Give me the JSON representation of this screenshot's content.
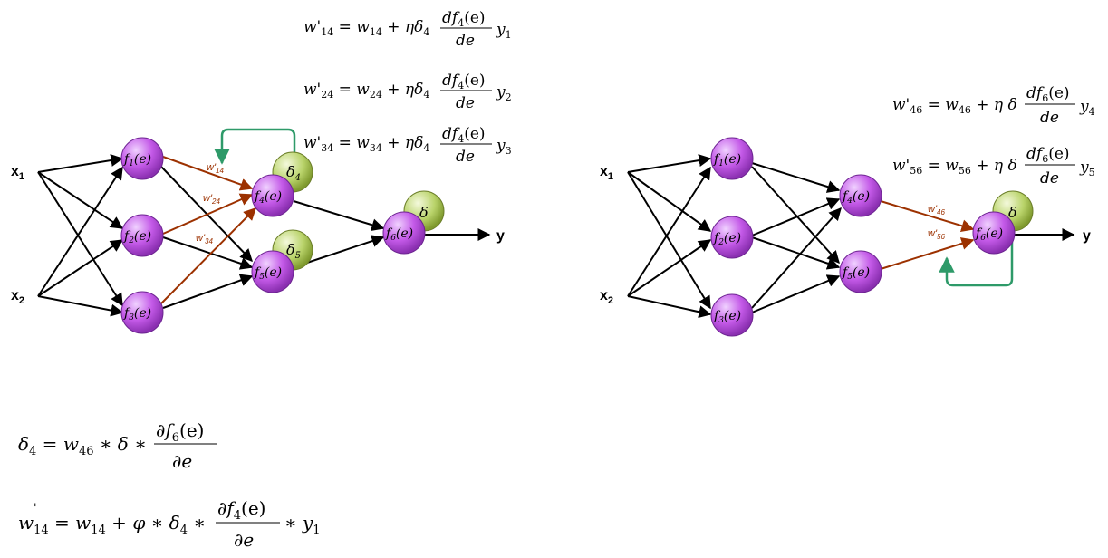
{
  "left_diagram": {
    "inputs": [
      {
        "base": "x",
        "sub": "1"
      },
      {
        "base": "x",
        "sub": "2"
      }
    ],
    "nodes": [
      {
        "id": "n1",
        "base": "f",
        "sub": "1",
        "arg": "(e)"
      },
      {
        "id": "n2",
        "base": "f",
        "sub": "2",
        "arg": "(e)"
      },
      {
        "id": "n3",
        "base": "f",
        "sub": "3",
        "arg": "(e)"
      },
      {
        "id": "n4",
        "base": "f",
        "sub": "4",
        "arg": "(e)"
      },
      {
        "id": "n5",
        "base": "f",
        "sub": "5",
        "arg": "(e)"
      },
      {
        "id": "n6",
        "base": "f",
        "sub": "6",
        "arg": "(e)"
      }
    ],
    "deltas": [
      {
        "base": "δ",
        "sub": "4"
      },
      {
        "base": "δ",
        "sub": "5"
      },
      {
        "base": "δ",
        "sub": ""
      }
    ],
    "weights": [
      {
        "base": "w'",
        "sub": "14"
      },
      {
        "base": "w'",
        "sub": "24"
      },
      {
        "base": "w'",
        "sub": "34"
      }
    ],
    "output": "y",
    "formulas": [
      {
        "lhs": "w'",
        "lhs_sub": "14",
        "w_sub": "14",
        "delta_sub": "4",
        "f_sub": "4",
        "y_sub": "1"
      },
      {
        "lhs": "w'",
        "lhs_sub": "24",
        "w_sub": "24",
        "delta_sub": "4",
        "f_sub": "4",
        "y_sub": "2"
      },
      {
        "lhs": "w'",
        "lhs_sub": "34",
        "w_sub": "34",
        "delta_sub": "4",
        "f_sub": "4",
        "y_sub": "3"
      }
    ]
  },
  "right_diagram": {
    "inputs": [
      {
        "base": "x",
        "sub": "1"
      },
      {
        "base": "x",
        "sub": "2"
      }
    ],
    "nodes": [
      {
        "id": "m1",
        "base": "f",
        "sub": "1",
        "arg": "(e)"
      },
      {
        "id": "m2",
        "base": "f",
        "sub": "2",
        "arg": "(e)"
      },
      {
        "id": "m3",
        "base": "f",
        "sub": "3",
        "arg": "(e)"
      },
      {
        "id": "m4",
        "base": "f",
        "sub": "4",
        "arg": "(e)"
      },
      {
        "id": "m5",
        "base": "f",
        "sub": "5",
        "arg": "(e)"
      },
      {
        "id": "m6",
        "base": "f",
        "sub": "6",
        "arg": "(e)"
      }
    ],
    "deltas": [
      {
        "base": "δ",
        "sub": ""
      }
    ],
    "weights": [
      {
        "base": "w'",
        "sub": "46"
      },
      {
        "base": "w'",
        "sub": "56"
      }
    ],
    "output": "y",
    "formulas": [
      {
        "lhs": "w'",
        "lhs_sub": "46",
        "w_sub": "46",
        "f_sub": "6",
        "y_sub": "4"
      },
      {
        "lhs": "w'",
        "lhs_sub": "56",
        "w_sub": "56",
        "f_sub": "6",
        "y_sub": "5"
      }
    ]
  },
  "bottom_formulas": {
    "delta4": {
      "lhs": "δ",
      "lhs_sub": "4",
      "w": "w",
      "w_sub": "46",
      "delta": "δ",
      "f_sub": "6",
      "f_arg": "(e)",
      "den": "∂e"
    },
    "w14": {
      "lhs": "w",
      "lhs_sub": "14",
      "prime": "'",
      "w": "w",
      "w_sub": "14",
      "phi": "φ",
      "delta": "δ",
      "delta_sub": "4",
      "f_sub": "4",
      "f_arg": "(e)",
      "den": "∂e",
      "y": "y",
      "y_sub": "1"
    }
  },
  "colors": {
    "node_fill": "#c45ae8",
    "node_fill_light": "#e6b5fb",
    "delta_fill": "#b9d36a",
    "delta_fill_light": "#e8f1c4",
    "weight_arrow": "#9c3100",
    "feedback_arrow": "#2e9a69",
    "black_arrow": "#000000"
  }
}
